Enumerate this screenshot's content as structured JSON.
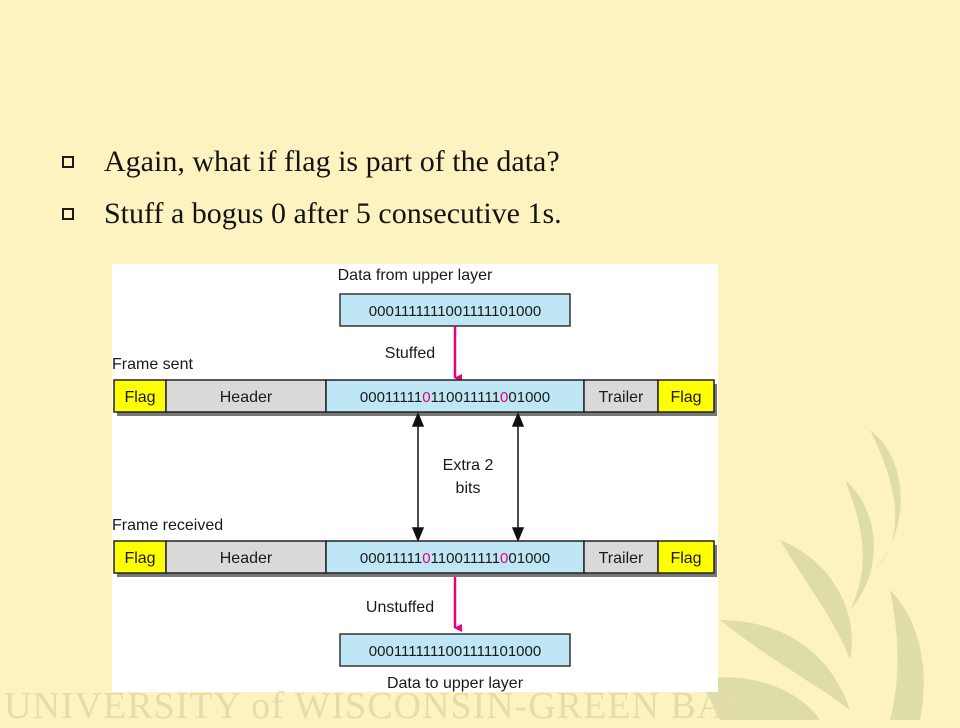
{
  "bullets": [
    {
      "text": "Again, what if flag is part of the data?"
    },
    {
      "text": "Stuff a bogus 0 after 5 consecutive 1s."
    }
  ],
  "figure": {
    "top_label": "Data from upper layer",
    "data_top": "0001111111001111101000",
    "stuffed_label": "Stuffed",
    "frame_sent_label": "Frame sent",
    "frame_received_label": "Frame received",
    "flag": "Flag",
    "header": "Header",
    "trailer": "Trailer",
    "stuffed_parts": [
      "00011111",
      "0",
      "11001111",
      "1",
      "0",
      "01000"
    ],
    "extra_label_line1": "Extra 2",
    "extra_label_line2": "bits",
    "unstuffed_label": "Unstuffed",
    "data_bottom": "0001111111001111101000",
    "bottom_label": "Data to upper layer"
  },
  "footer": {
    "text": "UNIVERSITY of WISCONSIN-GREEN BAY"
  },
  "colors": {
    "background": "#fdf3c0",
    "flag_fill": "#ffff00",
    "header_fill": "#d9d9d9",
    "data_fill": "#bfe6f5",
    "stuffed_bit": "#e8007a",
    "arrow": "#e8007a",
    "watermark": "#d9d9a6"
  }
}
